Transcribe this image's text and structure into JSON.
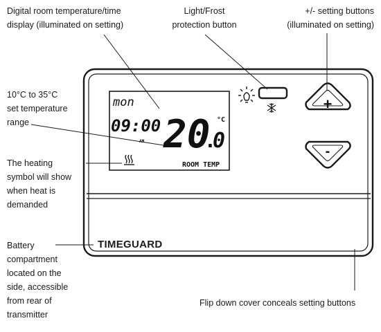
{
  "callouts": {
    "display": "Digital room temperature/time\ndisplay (illuminated on setting)",
    "frost": "Light/Frost\nprotection button",
    "setting_buttons": "+/- setting buttons\n(illuminated on setting)",
    "range": "10°C to 35°C\nset temperature\nrange",
    "heating": "The heating\nsymbol will show\nwhen heat is\ndemanded",
    "battery": "Battery\ncompartment\nlocated on the\nside, accessible\nfrom rear of\ntransmitter",
    "cover": "Flip down cover conceals setting buttons"
  },
  "lcd": {
    "day": "mon",
    "time": "09:00",
    "am": "AM",
    "temp_main": "20",
    "temp_dot": ".",
    "temp_decimal": "0",
    "unit": "°C",
    "room_temp": "ROOM TEMP"
  },
  "buttons": {
    "plus": "+",
    "minus": "-"
  },
  "brand": "TIMEGUARD",
  "icons": {
    "light": "sun-icon",
    "frost": "snowflake-icon",
    "heating": "heating-icon"
  }
}
